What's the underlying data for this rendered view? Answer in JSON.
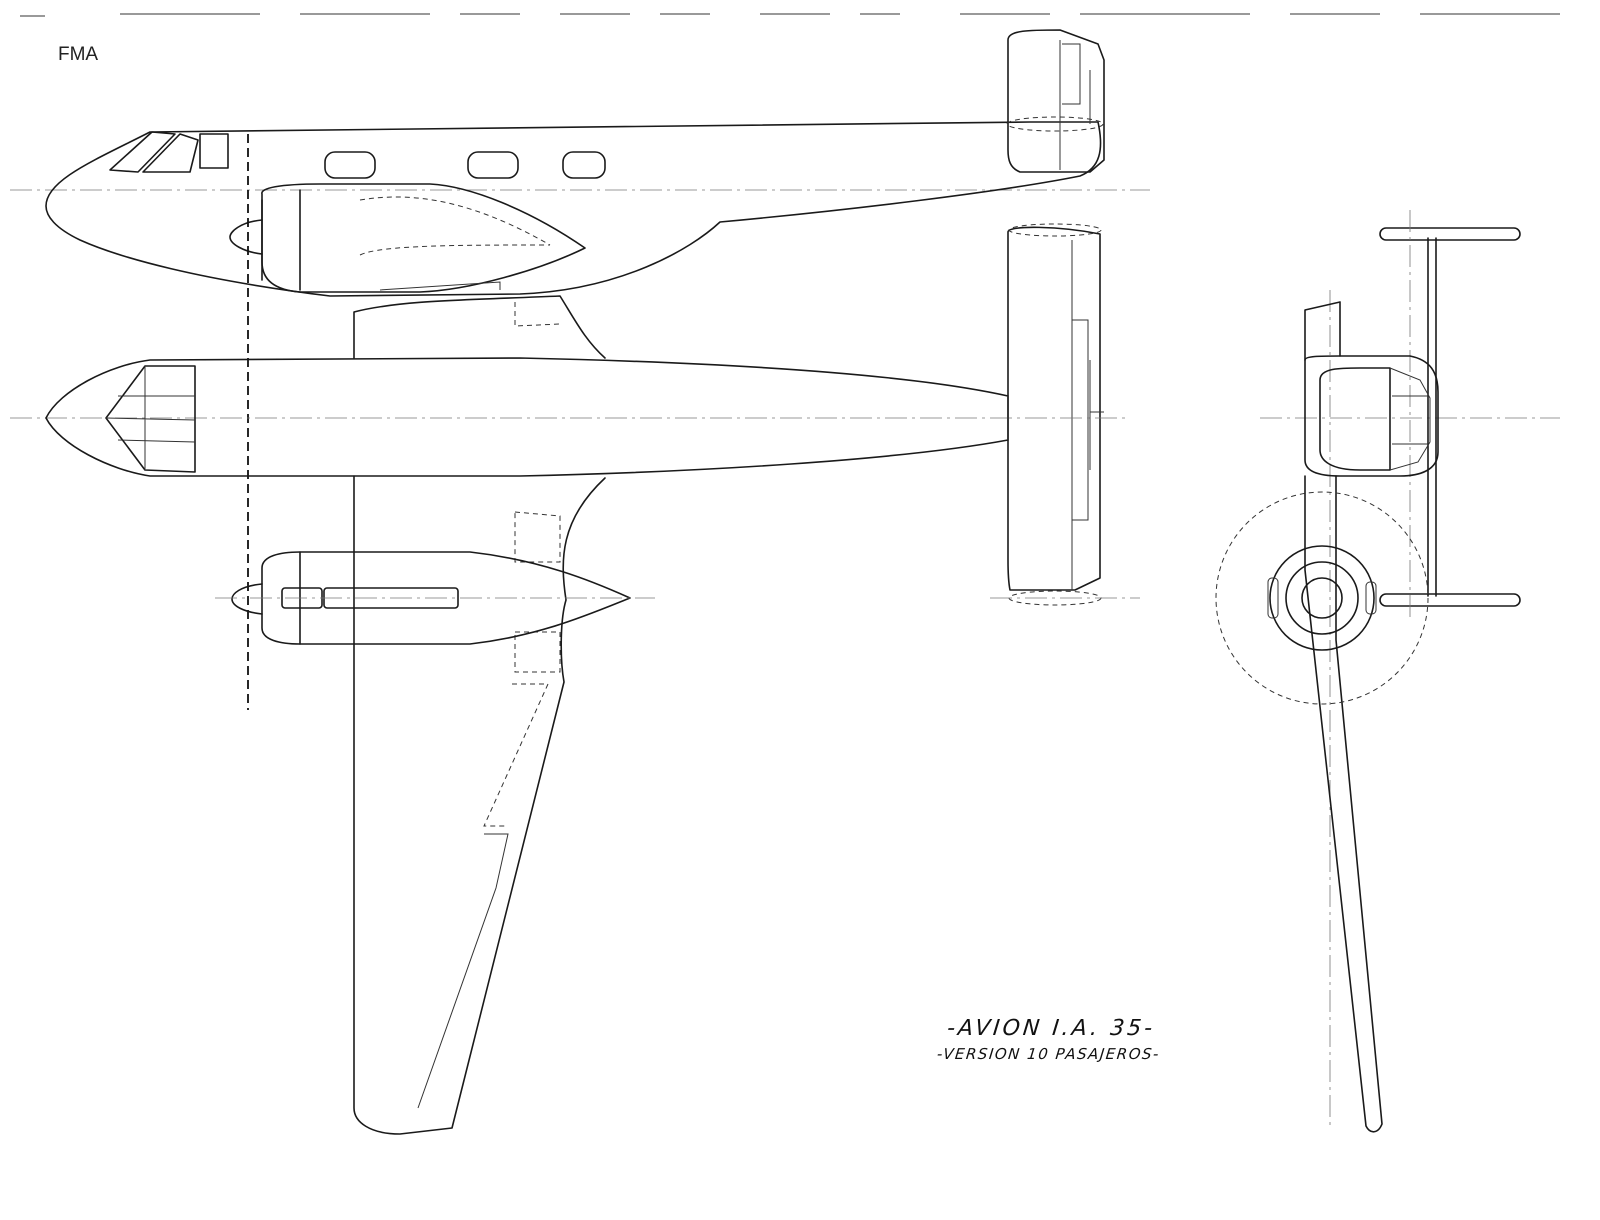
{
  "header": {
    "maker": "FMA"
  },
  "title_block": {
    "line1": "-AVION  I.A. 35-",
    "line2": "-VERSION 10 PASAJEROS-"
  },
  "colors": {
    "paper": "#ffffff",
    "ink": "#1a1a1a"
  }
}
